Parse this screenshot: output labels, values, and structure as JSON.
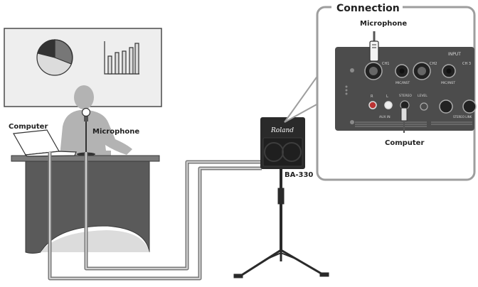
{
  "labels": {
    "connection": "Connection",
    "microphone_callout": "Microphone",
    "computer_callout": "Computer",
    "computer": "Computer",
    "microphone": "Microphone",
    "amp_model": "BA-330",
    "brand": "Roland"
  },
  "panel": {
    "input": "INPUT",
    "ch1": "CH1",
    "ch2": "CH2",
    "ch3": "CH 3",
    "mic_inst_1": "MIC/INST",
    "mic_inst_2": "MIC/INST",
    "r": "R",
    "l": "L",
    "stereo": "STEREO",
    "level": "LEVEL",
    "aux_in": "AUX IN",
    "stereo_link": "STEREO LINK"
  },
  "colors": {
    "screen": "#eeeeee",
    "presenter": "#b3b3b3",
    "table": "#5a5a5a",
    "cable": "#9a9a9a",
    "panel": "#4c4c4c",
    "speaker": "#2a2a2a"
  }
}
